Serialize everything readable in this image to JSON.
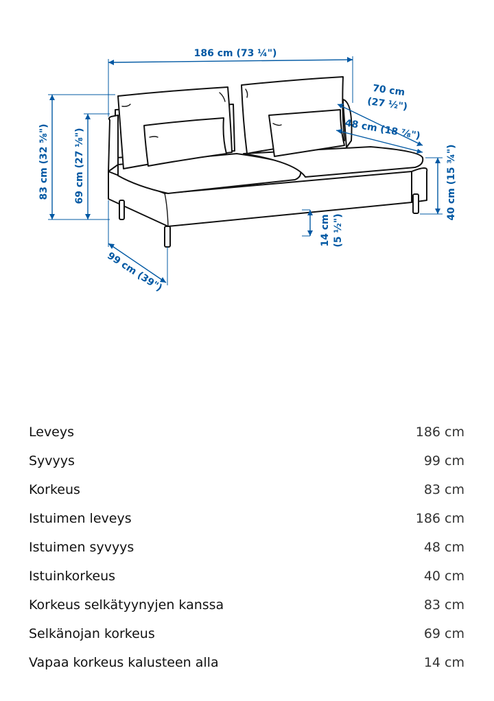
{
  "diagram": {
    "width_label": "186 cm (73 ¼\")",
    "depth_label": "99 cm (39\")",
    "total_height_label": "83 cm (32 ⅝\")",
    "back_height_label": "69 cm (27 ⅛\")",
    "seat_height_label": "40 cm (15 ¾\")",
    "seat_depth_label": "48 cm (18 ⅞\")",
    "cushion_depth_cm": "70 cm",
    "cushion_depth_in": "(27 ½\")",
    "leg_clearance_cm": "14 cm",
    "leg_clearance_in": "(5 ½\")",
    "accent_color": "#0058a3"
  },
  "specs": [
    {
      "label": "Leveys",
      "value": "186 cm"
    },
    {
      "label": "Syvyys",
      "value": "99 cm"
    },
    {
      "label": "Korkeus",
      "value": "83 cm"
    },
    {
      "label": "Istuimen leveys",
      "value": "186 cm"
    },
    {
      "label": "Istuimen syvyys",
      "value": "48 cm"
    },
    {
      "label": "Istuinkorkeus",
      "value": "40 cm"
    },
    {
      "label": "Korkeus selkätyynyjen kanssa",
      "value": "83 cm"
    },
    {
      "label": "Selkänojan korkeus",
      "value": "69 cm"
    },
    {
      "label": "Vapaa korkeus kalusteen alla",
      "value": "14 cm"
    }
  ]
}
